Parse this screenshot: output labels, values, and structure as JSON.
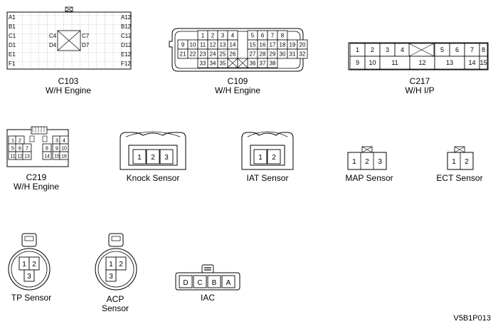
{
  "connectors": {
    "c103": {
      "code": "C103",
      "location": "W/H Engine",
      "rows_left": [
        "A1",
        "B1",
        "C1",
        "D1",
        "E1",
        "F1"
      ],
      "rows_right": [
        "A12",
        "B12",
        "C12",
        "D12",
        "E12",
        "F12"
      ],
      "inner": [
        "C4",
        "D4",
        "C7",
        "D7"
      ]
    },
    "c109": {
      "code": "C109",
      "location": "W/H Engine",
      "row1": [
        "1",
        "2",
        "3",
        "4",
        "5",
        "6",
        "7",
        "8"
      ],
      "row2": [
        "9",
        "10",
        "11",
        "12",
        "13",
        "14",
        "15",
        "16",
        "17",
        "18",
        "19",
        "20"
      ],
      "row3": [
        "21",
        "22",
        "23",
        "24",
        "25",
        "26",
        "27",
        "28",
        "29",
        "30",
        "31",
        "32"
      ],
      "row4": [
        "33",
        "34",
        "35",
        "36",
        "37",
        "38"
      ]
    },
    "c217": {
      "code": "C217",
      "location": "W/H I/P",
      "row1": [
        "1",
        "2",
        "3",
        "4",
        "5",
        "6",
        "7",
        "8"
      ],
      "row2": [
        "9",
        "10",
        "11",
        "12",
        "13",
        "14",
        "15"
      ]
    },
    "c219": {
      "code": "C219",
      "location": "W/H Engine",
      "pins": [
        "1",
        "2",
        "3",
        "4",
        "5",
        "6",
        "7",
        "8",
        "9",
        "10",
        "11",
        "12",
        "13",
        "14",
        "15",
        "16"
      ]
    },
    "knock": {
      "name": "Knock Sensor",
      "pins": [
        "1",
        "2",
        "3"
      ]
    },
    "iat": {
      "name": "IAT Sensor",
      "pins": [
        "1",
        "2"
      ]
    },
    "map": {
      "name": "MAP Sensor",
      "pins": [
        "1",
        "2",
        "3"
      ]
    },
    "ect": {
      "name": "ECT Sensor",
      "pins": [
        "1",
        "2"
      ]
    },
    "tp": {
      "name": "TP Sensor",
      "pins": [
        "1",
        "2",
        "3"
      ]
    },
    "acp": {
      "name_line1": "ACP",
      "name_line2": "Sensor",
      "pins": [
        "1",
        "2",
        "3"
      ]
    },
    "iac": {
      "name": "IAC",
      "pins": [
        "D",
        "C",
        "B",
        "A"
      ]
    }
  },
  "figure_code": "V5B1P013"
}
